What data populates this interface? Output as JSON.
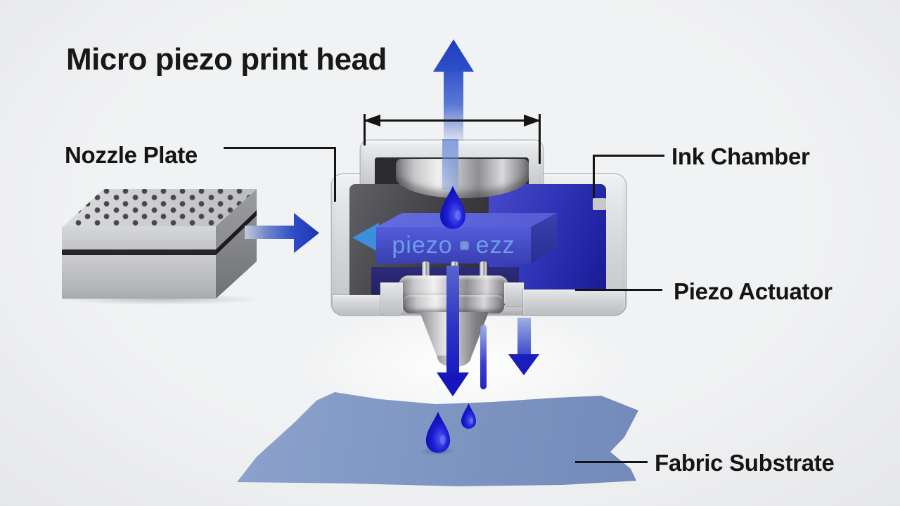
{
  "page": {
    "background": "#ecedee"
  },
  "diagram": {
    "title": "Micro piezo print head",
    "callouts": [
      {
        "id": "nozzle-plate",
        "label": "Nozzle Plate",
        "side": "left"
      },
      {
        "id": "ink-chamber",
        "label": "Ink Chamber",
        "side": "right"
      },
      {
        "id": "piezo-actuator",
        "label": "Piezo Actuator",
        "side": "right"
      },
      {
        "id": "fabric-substrate",
        "label": "Fabric Substrate",
        "side": "right"
      }
    ],
    "piezo_block": {
      "text_left": "piezo",
      "text_right": "ezz"
    },
    "icons": {
      "feed_arrow": "right-arrow",
      "ejection_arrow": "up-arrow",
      "recirculation_arrow": "left-arrow",
      "jet_arrows": "down-arrow",
      "ink_drops": "droplet",
      "dimension": "double-headed-arrow"
    },
    "colors": {
      "ink_blue": "#2a2eae",
      "actuator_blue": "#4a52cc",
      "arrow_blue": "#2440c4",
      "cyan_arrow": "#3688d6",
      "fabric_blue": "#8097c4",
      "droplet_blue": "#1414c8",
      "metal_gray": "#c9cacc",
      "label_text": "#141414"
    }
  }
}
